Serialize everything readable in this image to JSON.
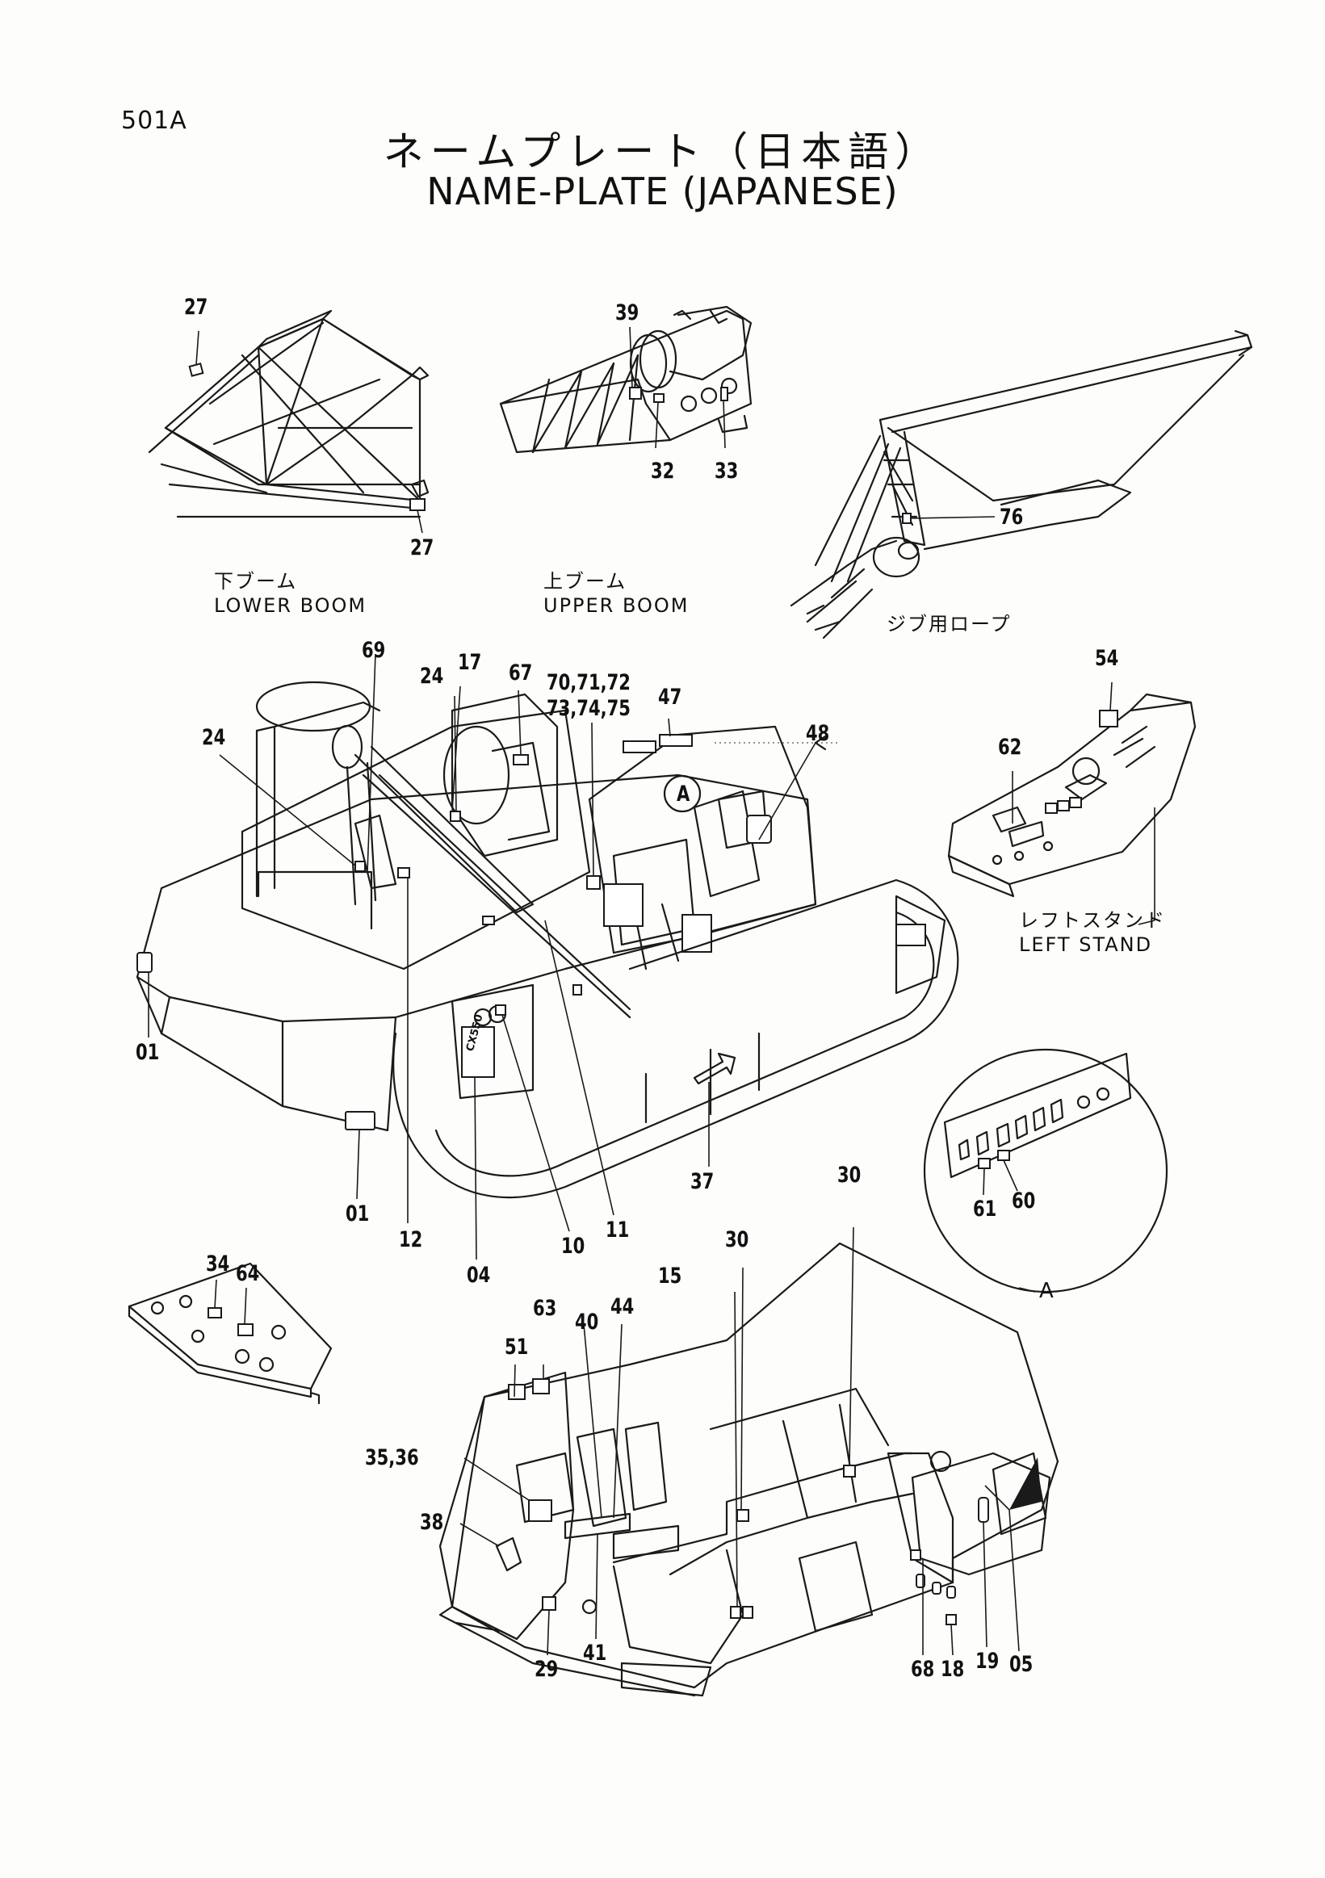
{
  "page_code": "501A",
  "title_ja": "ネームプレート（日本語）",
  "title_en": "NAME-PLATE (JAPANESE)",
  "captions": {
    "lower_boom_ja": "下ブーム",
    "lower_boom_en": "LOWER BOOM",
    "upper_boom_ja": "上ブーム",
    "upper_boom_en": "UPPER BOOM",
    "jib_rope_ja": "ジブ用ロープ",
    "left_stand_ja": "レフトスタンド",
    "left_stand_en": "LEFT STAND",
    "detail_a": "A"
  },
  "callouts": {
    "c27a": "27",
    "c27b": "27",
    "c39": "39",
    "c32": "32",
    "c33": "33",
    "c76": "76",
    "c69": "69",
    "c17": "17",
    "c24a": "24",
    "c24b": "24",
    "c67": "67",
    "c70_72": "70,71,72",
    "c73_75": "73,74,75",
    "c47": "47",
    "cA_marker": "A",
    "c48": "48",
    "c54": "54",
    "c62": "62",
    "c01a": "01",
    "c01b": "01",
    "c12": "12",
    "c04": "04",
    "c10": "10",
    "c11": "11",
    "c37": "37",
    "c61": "61",
    "c60": "60",
    "c34": "34",
    "c64": "64",
    "c15": "15",
    "c30a": "30",
    "c30b": "30",
    "c63": "63",
    "c51": "51",
    "c40": "40",
    "c44": "44",
    "c35_36": "35,36",
    "c38": "38",
    "c29": "29",
    "c41": "41",
    "c68": "68",
    "c18": "18",
    "c19": "19",
    "c05": "05"
  },
  "plate_text": "CX550"
}
